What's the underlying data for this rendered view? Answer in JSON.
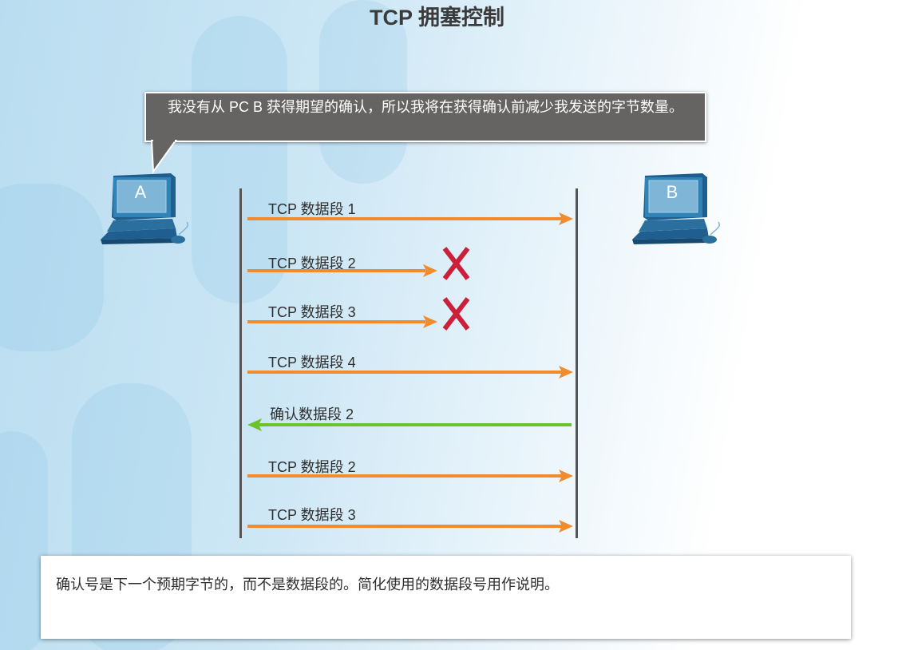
{
  "title": "TCP 拥塞控制",
  "callout": {
    "text": "我没有从 PC B 获得期望的确认，所以我将在获得确认前减少我发送的字节数量。"
  },
  "hosts": {
    "a_label": "A",
    "b_label": "B"
  },
  "segments": [
    {
      "label": "TCP 数据段 1",
      "direction": "A-to-B",
      "lost": false
    },
    {
      "label": "TCP 数据段 2",
      "direction": "A-to-B",
      "lost": true
    },
    {
      "label": "TCP 数据段 3",
      "direction": "A-to-B",
      "lost": true
    },
    {
      "label": "TCP 数据段 4",
      "direction": "A-to-B",
      "lost": false
    },
    {
      "label": "确认数据段 2",
      "direction": "B-to-A",
      "lost": false
    },
    {
      "label": "TCP 数据段 2",
      "direction": "A-to-B",
      "lost": false
    },
    {
      "label": "TCP 数据段 3",
      "direction": "A-to-B",
      "lost": false
    }
  ],
  "colors": {
    "data_arrow": "#f28a2e",
    "ack_arrow": "#6cc22a",
    "lost_marker": "#cc1f3a",
    "lane": "#555555"
  },
  "note": {
    "text": "确认号是下一个预期字节的，而不是数据段的。简化使用的数据段号用作说明。"
  }
}
